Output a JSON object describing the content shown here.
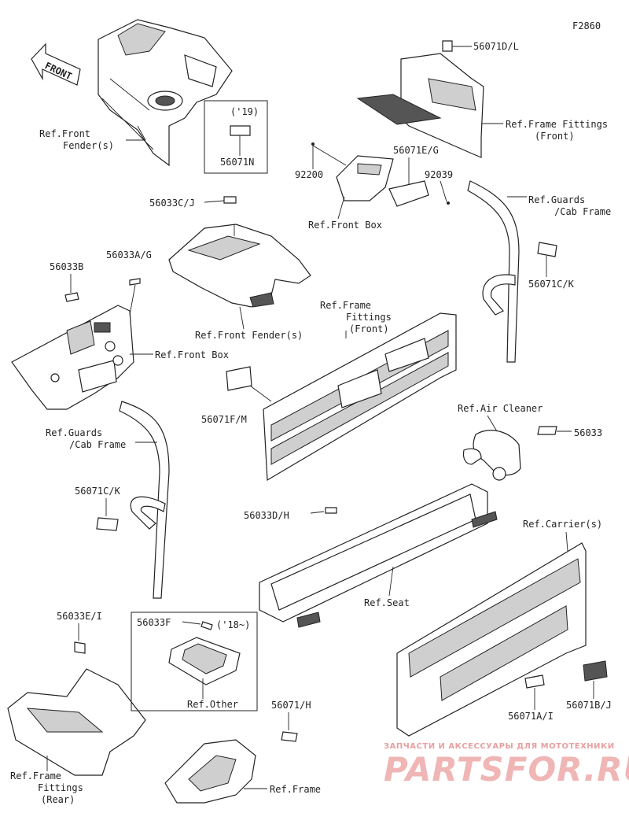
{
  "figure_code": "F2860",
  "front_arrow_label": "FRONT",
  "labels": {
    "ref_front_fender_1": "Ref.Front\nFender(s)",
    "year_19": "('19)",
    "p56071N": "56071N",
    "p56071D_L": "56071D/L",
    "ref_frame_fittings_front_1": "Ref.Frame Fittings\n(Front)",
    "p92200": "92200",
    "p56071E_G": "56071E/G",
    "p92039": "92039",
    "ref_front_box_1": "Ref.Front Box",
    "p56033C_J": "56033C/J",
    "ref_guards_1": "Ref.Guards\n/Cab Frame",
    "p56071C_K_1": "56071C/K",
    "p56033B": "56033B",
    "p56033A_G": "56033A/G",
    "ref_front_fender_2": "Ref.Front Fender(s)",
    "ref_front_box_2": "Ref.Front Box",
    "ref_frame_fittings_front_2": "Ref.Frame\nFittings\n(Front)",
    "p56071F_M": "56071F/M",
    "ref_air_cleaner": "Ref.Air Cleaner",
    "p56033": "56033",
    "ref_guards_2": "Ref.Guards\n/Cab Frame",
    "p56071C_K_2": "56071C/K",
    "p56033D_H": "56033D/H",
    "ref_seat": "Ref.Seat",
    "ref_carriers": "Ref.Carrier(s)",
    "p56033E_I": "56033E/I",
    "p56033F": "56033F",
    "year_18": "('18~)",
    "ref_other": "Ref.Other",
    "p56071_H": "56071/H",
    "ref_frame_fittings_rear": "Ref.Frame\nFittings\n(Rear)",
    "ref_frame": "Ref.Frame",
    "p56071A_I": "56071A/I",
    "p56071B_J": "56071B/J"
  },
  "watermark": {
    "line1": "ЗАПЧАСТИ И АКСЕССУАРЫ ДЛЯ МОТОТЕХНИКИ",
    "line2": "PARTSFOR.RU"
  }
}
